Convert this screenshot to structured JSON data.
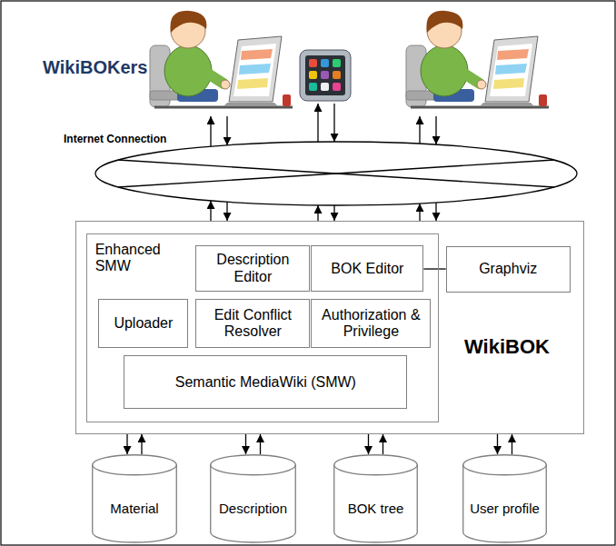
{
  "diagram": {
    "nodes": [
      {
        "text": [
          "WikiBOK"
        ]
      },
      {
        "text": [
          "Enhanced SMW"
        ],
        "in": 0
      },
      {
        "text": [
          "Description Editor"
        ],
        "in": 1
      },
      {
        "text": [
          "BOK Editor"
        ],
        "in": 1
      },
      {
        "text": [
          "Graphviz"
        ],
        "in": 0
      },
      {
        "text": [
          "Uploader"
        ],
        "in": 1
      },
      {
        "text": [
          "Edit Conflict Resolver"
        ],
        "in": 1
      },
      {
        "text": [
          "Authorization & Privilege"
        ],
        "in": 1
      },
      {
        "text": [
          "Semantic MediaWiki (SMW)"
        ],
        "in": 1
      },
      {
        "text": [
          "Material"
        ]
      },
      {
        "text": [
          "Description"
        ]
      },
      {
        "text": [
          "BOK tree"
        ]
      },
      {
        "text": [
          "User profile"
        ]
      }
    ],
    "edges": [
      {
        "from": 3,
        "to": 4,
        "arrow": "none"
      },
      {
        "from": 0,
        "to": 9,
        "arrow": "to"
      },
      {
        "from": 9,
        "to": 0,
        "arrow": "to"
      },
      {
        "from": 0,
        "to": 10,
        "arrow": "to"
      },
      {
        "from": 10,
        "to": 0,
        "arrow": "to"
      },
      {
        "from": 0,
        "to": 11,
        "arrow": "to"
      },
      {
        "from": 11,
        "to": 0,
        "arrow": "to"
      },
      {
        "from": 0,
        "to": 12,
        "arrow": "to"
      },
      {
        "from": 12,
        "to": 0,
        "arrow": "to"
      }
    ],
    "labels": [
      "WikiBOKers",
      "Internet Connection"
    ]
  }
}
